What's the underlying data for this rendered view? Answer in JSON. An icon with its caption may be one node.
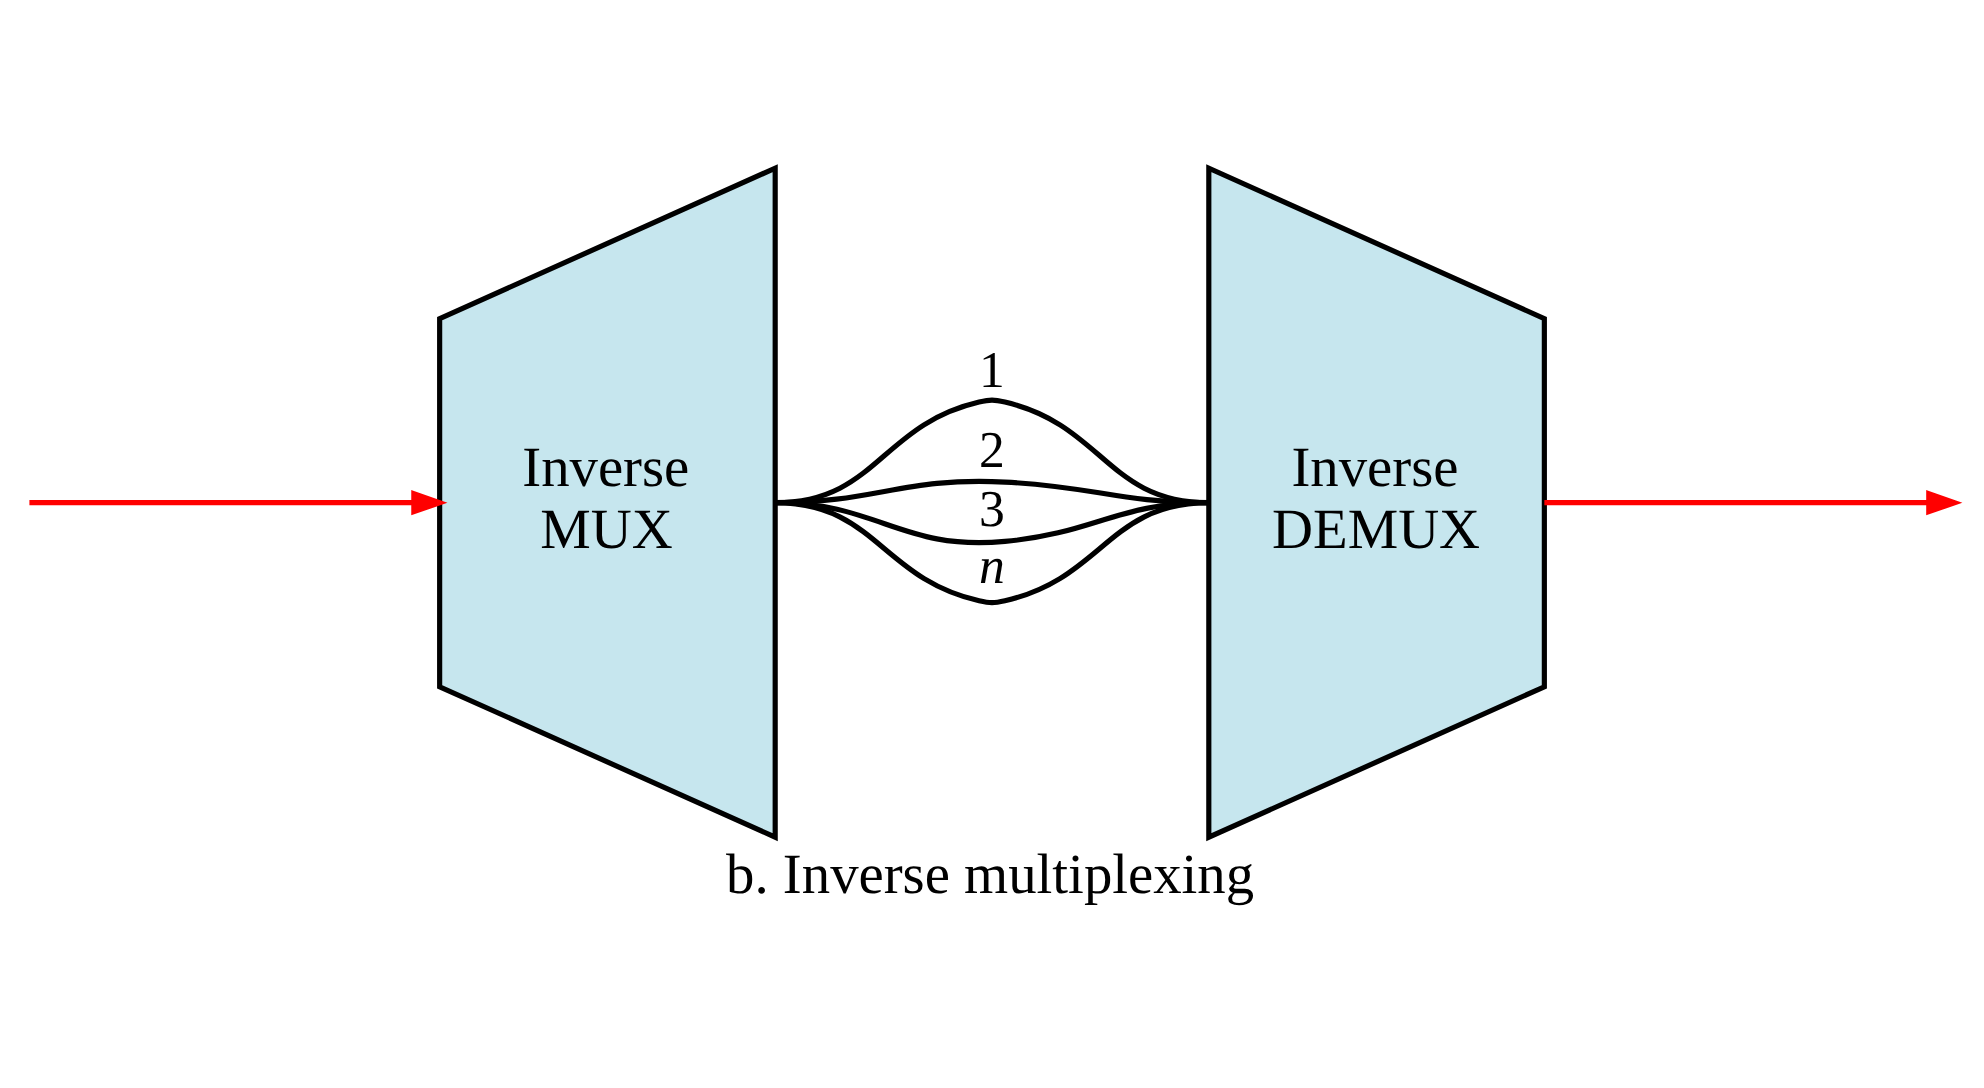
{
  "diagram": {
    "caption": "b. Inverse multiplexing",
    "nodes": [
      {
        "text": [
          "Inverse MUX"
        ]
      },
      {
        "text": [
          "Inverse DEMUX"
        ]
      }
    ],
    "edges": [
      {
        "from": null,
        "to": 0,
        "arrow": "to",
        "color": "#ff0000"
      },
      {
        "from": 0,
        "to": 1,
        "arrow": "none",
        "label": "1"
      },
      {
        "from": 0,
        "to": 1,
        "arrow": "none",
        "label": "2"
      },
      {
        "from": 0,
        "to": 1,
        "arrow": "none",
        "label": "3"
      },
      {
        "from": 0,
        "to": 1,
        "arrow": "none",
        "label": "*n*"
      },
      {
        "from": 1,
        "to": null,
        "arrow": "to",
        "color": "#ff0000"
      }
    ]
  }
}
